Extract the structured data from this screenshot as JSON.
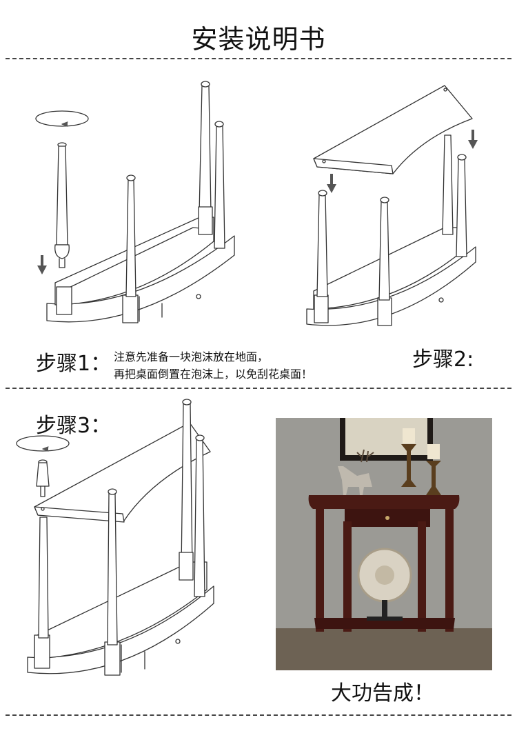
{
  "doc": {
    "title": "安装说明书",
    "step1": {
      "label": "步骤1：",
      "note_line1": "注意先准备一块泡沫放在地面，",
      "note_line2": "再把桌面倒置在泡沫上，以免刮花桌面！"
    },
    "step2": {
      "label": "步骤2:"
    },
    "step3": {
      "label": "步骤3："
    },
    "finish": "大功告成！"
  },
  "icons": {
    "rotate": "rotate-arrow-icon",
    "down_arrow": "down-arrow-icon"
  },
  "colors": {
    "line": "#333333",
    "arrow": "#555555",
    "wood": "#4a1a14",
    "wall": "#9b9a95",
    "floor": "#6d6254"
  }
}
